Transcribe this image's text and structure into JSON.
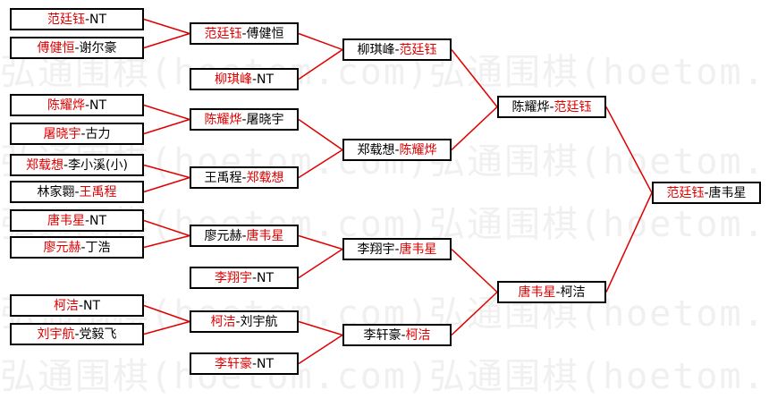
{
  "colors": {
    "highlight": "#e00000",
    "text": "#000000",
    "line": "#e00000",
    "border": "#000000",
    "watermark": "#f0f0f0"
  },
  "watermark": {
    "text": "弘通围棋(hoetom.com)"
  },
  "round1": [
    {
      "p1": "范廷钰",
      "sep": "-",
      "p2": "NT",
      "winner": 1
    },
    {
      "p1": "傅健恒",
      "sep": "-",
      "p2": "谢尔豪",
      "winner": 1
    },
    {
      "p1": "柳琪峰",
      "sep": "-",
      "p2": "NT",
      "winner": 1
    },
    {
      "p1": "陈耀烨",
      "sep": "-",
      "p2": "NT",
      "winner": 1
    },
    {
      "p1": "屠晓宇",
      "sep": "-",
      "p2": "古力",
      "winner": 1
    },
    {
      "p1": "郑载想",
      "sep": "-",
      "p2": "李小溪(小)",
      "winner": 1
    },
    {
      "p1": "林家翾",
      "sep": "-",
      "p2": "王禹程",
      "winner": 2
    },
    {
      "p1": "唐韦星",
      "sep": "-",
      "p2": "NT",
      "winner": 1
    },
    {
      "p1": "廖元赫",
      "sep": "-",
      "p2": "丁浩",
      "winner": 1
    },
    {
      "p1": "李翔宇",
      "sep": "-",
      "p2": "NT",
      "winner": 1
    },
    {
      "p1": "柯洁",
      "sep": "-",
      "p2": "NT",
      "winner": 1
    },
    {
      "p1": "刘宇航",
      "sep": "-",
      "p2": "党毅飞",
      "winner": 1
    },
    {
      "p1": "李轩豪",
      "sep": "-",
      "p2": "NT",
      "winner": 1
    }
  ],
  "round2": [
    {
      "p1": "范廷钰",
      "sep": "-",
      "p2": "傅健恒",
      "winner": 1
    },
    {
      "p1": "陈耀烨",
      "sep": "-",
      "p2": "屠晓宇",
      "winner": 1
    },
    {
      "p1": "王禹程",
      "sep": "-",
      "p2": "郑载想",
      "winner": 2
    },
    {
      "p1": "廖元赫",
      "sep": "-",
      "p2": "唐韦星",
      "winner": 2
    },
    {
      "p1": "柯洁",
      "sep": "-",
      "p2": "刘宇航",
      "winner": 1
    }
  ],
  "round3": [
    {
      "p1": "柳琪峰",
      "sep": "-",
      "p2": "范廷钰",
      "winner": 2
    },
    {
      "p1": "郑载想",
      "sep": "-",
      "p2": "陈耀烨",
      "winner": 2
    },
    {
      "p1": "李翔宇",
      "sep": "-",
      "p2": "唐韦星",
      "winner": 2
    },
    {
      "p1": "李轩豪",
      "sep": "-",
      "p2": "柯洁",
      "winner": 2
    }
  ],
  "round4": [
    {
      "p1": "陈耀烨",
      "sep": "-",
      "p2": "范廷钰",
      "winner": 2
    },
    {
      "p1": "唐韦星",
      "sep": "-",
      "p2": "柯洁",
      "winner": 1
    }
  ],
  "round5": [
    {
      "p1": "范廷钰",
      "sep": "-",
      "p2": "唐韦星",
      "winner": 1
    }
  ]
}
